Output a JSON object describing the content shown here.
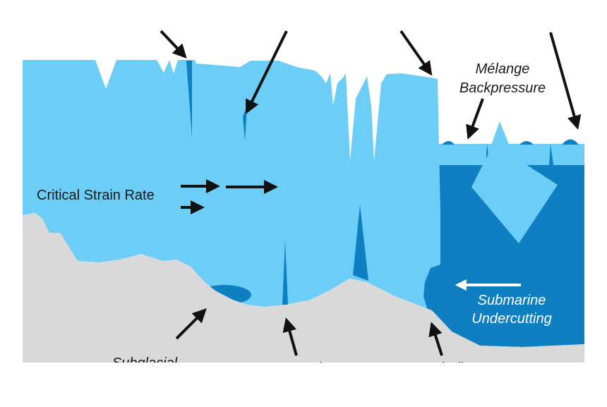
{
  "labels": {
    "critical_strain_rate": "Critical Strain Rate",
    "melange_line1": "Mélange",
    "melange_line2": "Backpressure",
    "submarine_line1": "Submarine",
    "submarine_line2": "Undercutting",
    "subglacial_partial": "Subglacial",
    "basal_partial": "Basal",
    "grounding_partial": "Grinding"
  },
  "colors": {
    "ice": "#6ccdf6",
    "crevasse": "#0e7fc0",
    "ocean": "#0e7fc0",
    "ground": "#d9d9d9",
    "arrow": "#111111",
    "arrow_white": "#ffffff"
  }
}
